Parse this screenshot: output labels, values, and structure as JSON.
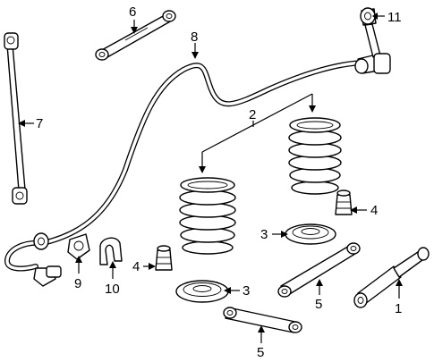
{
  "callouts": {
    "c1": "1",
    "c2": "2",
    "c3a": "3",
    "c3b": "3",
    "c4a": "4",
    "c4b": "4",
    "c5a": "5",
    "c5b": "5",
    "c6": "6",
    "c7": "7",
    "c8": "8",
    "c9": "9",
    "c10": "10",
    "c11": "11"
  },
  "parts": [
    {
      "id": "1",
      "icon": "shock-absorber"
    },
    {
      "id": "2",
      "icon": "coil-spring"
    },
    {
      "id": "3",
      "icon": "spring-insulator"
    },
    {
      "id": "4",
      "icon": "bump-stop"
    },
    {
      "id": "5",
      "icon": "lower-control-arm"
    },
    {
      "id": "6",
      "icon": "upper-control-arm"
    },
    {
      "id": "7",
      "icon": "lateral-link"
    },
    {
      "id": "8",
      "icon": "stabilizer-bar"
    },
    {
      "id": "9",
      "icon": "stabilizer-bushing"
    },
    {
      "id": "10",
      "icon": "bushing-bracket"
    },
    {
      "id": "11",
      "icon": "stabilizer-link"
    }
  ],
  "colors": {
    "line": "#000000",
    "background": "#ffffff"
  }
}
